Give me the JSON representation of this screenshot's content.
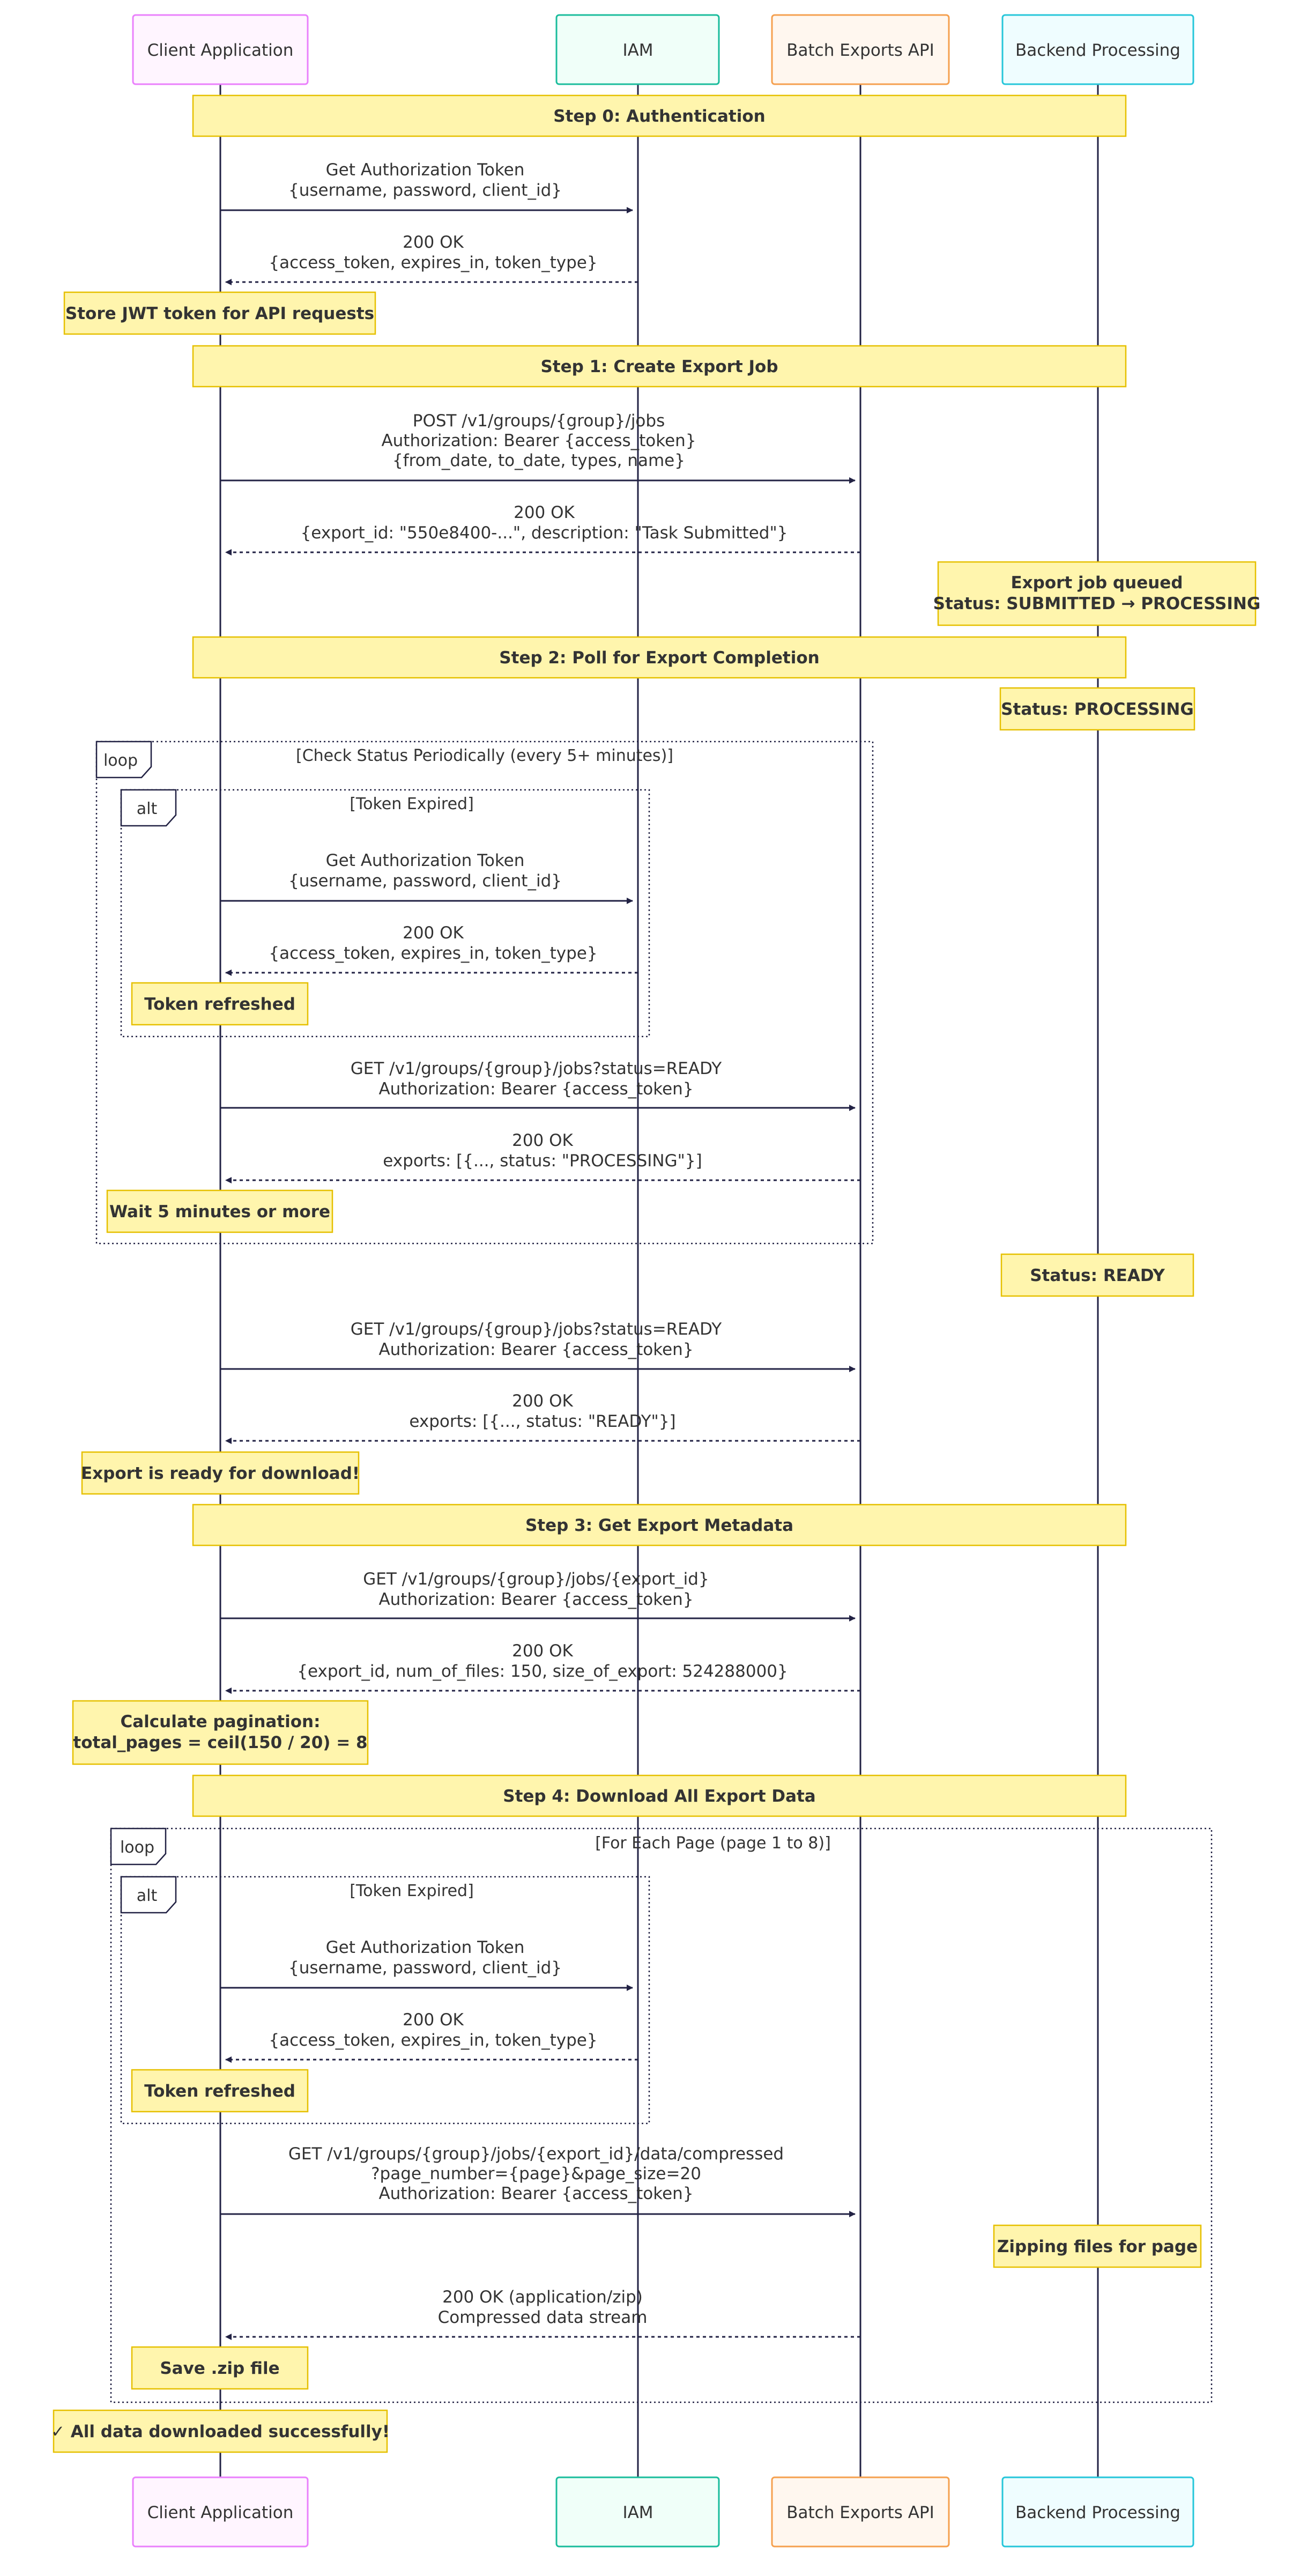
{
  "participants": [
    {
      "id": "client",
      "label": "Client Application",
      "fill": "#fff5ff",
      "stroke": "#ea80fc"
    },
    {
      "id": "iam",
      "label": "IAM",
      "fill": "#f0fff9",
      "stroke": "#1abc9c"
    },
    {
      "id": "batch",
      "label": "Batch Exports API",
      "fill": "#fff7ef",
      "stroke": "#f5a04f"
    },
    {
      "id": "backend",
      "label": "Backend Processing",
      "fill": "#effdff",
      "stroke": "#26c6da"
    }
  ],
  "colors": {
    "note_fill": "#fff5ad",
    "note_stroke": "#e6c000",
    "line": "#222244",
    "text": "#333333"
  },
  "steps": [
    {
      "id": "step0",
      "label": "Step 0: Authentication"
    },
    {
      "id": "step1",
      "label": "Step 1: Create Export Job"
    },
    {
      "id": "step2",
      "label": "Step 2: Poll for Export Completion"
    },
    {
      "id": "step3",
      "label": "Step 3: Get Export Metadata"
    },
    {
      "id": "step4",
      "label": "Step 4: Download All Export Data"
    }
  ],
  "messages": {
    "m1": [
      "Get Authorization Token",
      "{username, password, client_id}"
    ],
    "m2": [
      "200 OK",
      "{access_token, expires_in, token_type}"
    ],
    "m3": [
      "POST /v1/groups/{group}/jobs",
      "Authorization: Bearer {access_token}",
      "{from_date, to_date, types, name}"
    ],
    "m4": [
      "200 OK",
      "{export_id: \"550e8400-...\", description: \"Task Submitted\"}"
    ],
    "m5": [
      "Get Authorization Token",
      "{username, password, client_id}"
    ],
    "m6": [
      "200 OK",
      "{access_token, expires_in, token_type}"
    ],
    "m7": [
      "GET /v1/groups/{group}/jobs?status=READY",
      "Authorization: Bearer {access_token}"
    ],
    "m8": [
      "200 OK",
      "exports: [{..., status: \"PROCESSING\"}]"
    ],
    "m9": [
      "GET /v1/groups/{group}/jobs?status=READY",
      "Authorization: Bearer {access_token}"
    ],
    "m10": [
      "200 OK",
      "exports: [{..., status: \"READY\"}]"
    ],
    "m11": [
      "GET /v1/groups/{group}/jobs/{export_id}",
      "Authorization: Bearer {access_token}"
    ],
    "m12": [
      "200 OK",
      "{export_id, num_of_files: 150, size_of_export: 524288000}"
    ],
    "m13": [
      "Get Authorization Token",
      "{username, password, client_id}"
    ],
    "m14": [
      "200 OK",
      "{access_token, expires_in, token_type}"
    ],
    "m15": [
      "GET /v1/groups/{group}/jobs/{export_id}/data/compressed",
      "?page_number={page}&page_size=20",
      "Authorization: Bearer {access_token}"
    ],
    "m16": [
      "200 OK (application/zip)",
      "Compressed data stream"
    ]
  },
  "notes": {
    "n1": [
      "Store JWT token for API requests"
    ],
    "n2": [
      "Export job queued",
      "Status: SUBMITTED → PROCESSING"
    ],
    "n3": [
      "Status: PROCESSING"
    ],
    "n4": [
      "Token refreshed"
    ],
    "n5": [
      "Wait 5 minutes or more"
    ],
    "n6": [
      "Status: READY"
    ],
    "n7": [
      "Export is ready for download!"
    ],
    "n8": [
      "Calculate pagination:",
      "total_pages = ceil(150 / 20) = 8"
    ],
    "n9": [
      "Token refreshed"
    ],
    "n10": [
      "Zipping files for page"
    ],
    "n11": [
      "Save .zip file"
    ],
    "n12": [
      "✓ All data downloaded successfully!"
    ]
  },
  "frames": {
    "loop1": {
      "kind": "loop",
      "condition": "[Check Status Periodically (every 5+ minutes)]"
    },
    "alt1": {
      "kind": "alt",
      "condition": "[Token Expired]"
    },
    "loop2": {
      "kind": "loop",
      "condition": "[For Each Page (page 1 to 8)]"
    },
    "alt2": {
      "kind": "alt",
      "condition": "[Token Expired]"
    }
  }
}
